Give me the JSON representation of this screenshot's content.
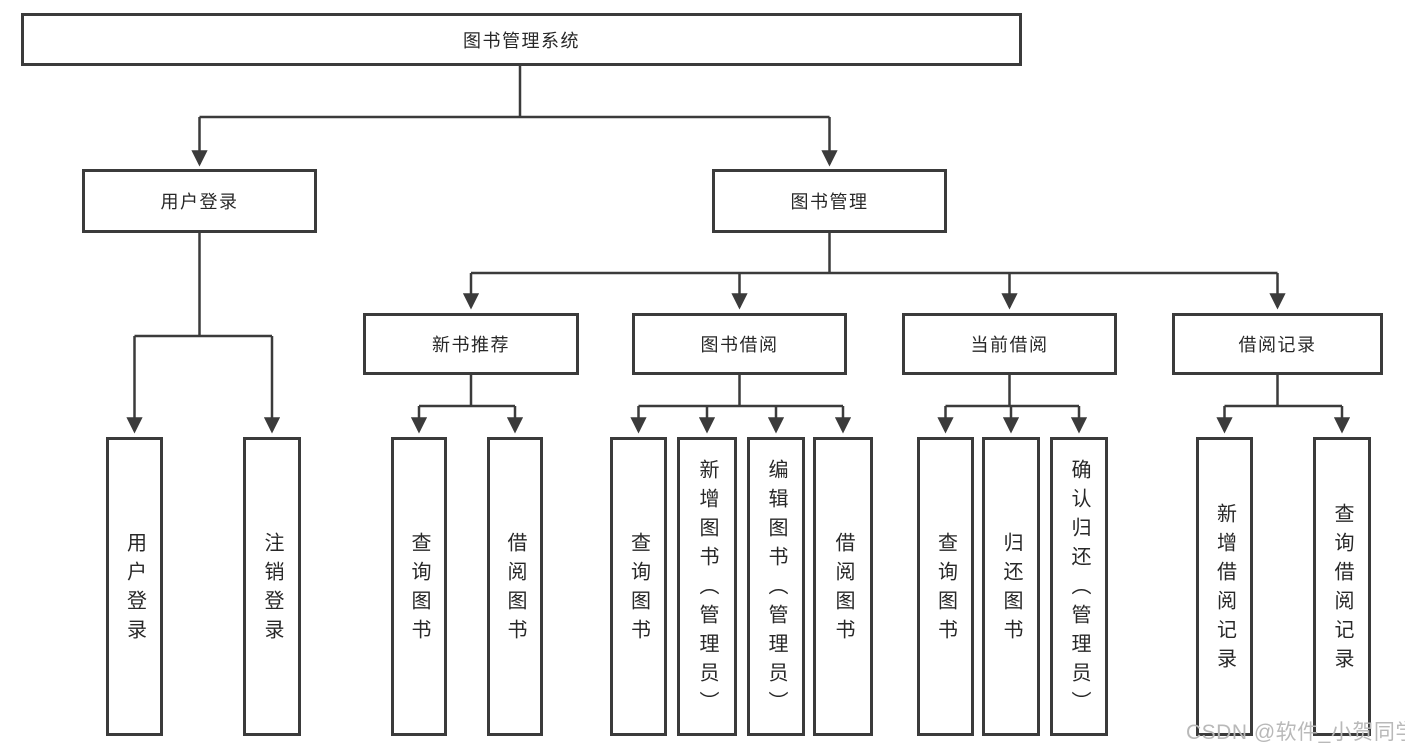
{
  "tree": {
    "root": "图书管理系统",
    "children": [
      {
        "label": "用户登录",
        "children": [
          "用户登录",
          "注销登录"
        ]
      },
      {
        "label": "图书管理",
        "children": [
          {
            "label": "新书推荐",
            "children": [
              "查询图书",
              "借阅图书"
            ]
          },
          {
            "label": "图书借阅",
            "children": [
              "查询图书",
              "新增图书（管理员）",
              "编辑图书（管理员）",
              "借阅图书"
            ]
          },
          {
            "label": "当前借阅",
            "children": [
              "查询图书",
              "归还图书",
              "确认归还（管理员）"
            ]
          },
          {
            "label": "借阅记录",
            "children": [
              "新增借阅记录",
              "查询借阅记录"
            ]
          }
        ]
      }
    ]
  },
  "watermark": "CSDN @软件_小贺同学",
  "colors": {
    "line": "#3b3b3b",
    "text": "#282828",
    "watermark": "#b9b9b9",
    "background": "#ffffff"
  }
}
